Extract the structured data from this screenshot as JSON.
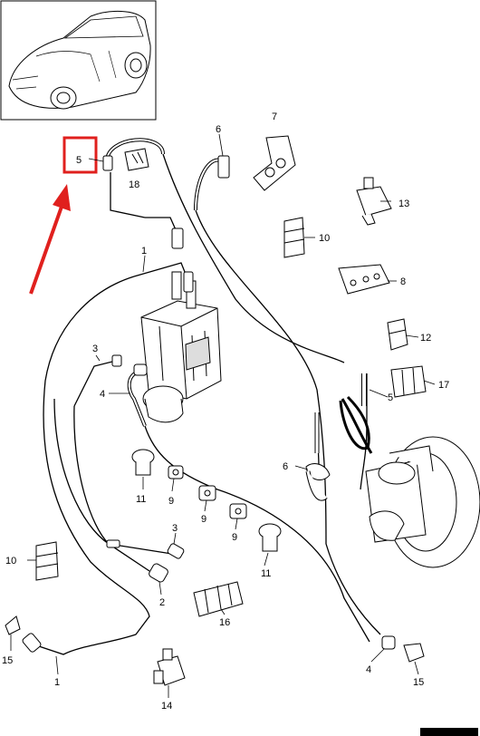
{
  "diagram": {
    "callouts": [
      {
        "id": "c5a",
        "text": "5"
      },
      {
        "id": "c18",
        "text": "18"
      },
      {
        "id": "c6a",
        "text": "6"
      },
      {
        "id": "c7",
        "text": "7"
      },
      {
        "id": "c13",
        "text": "13"
      },
      {
        "id": "c1a",
        "text": "1"
      },
      {
        "id": "c10a",
        "text": "10"
      },
      {
        "id": "c8",
        "text": "8"
      },
      {
        "id": "c12",
        "text": "12"
      },
      {
        "id": "c3a",
        "text": "3"
      },
      {
        "id": "c4a",
        "text": "4"
      },
      {
        "id": "c5b",
        "text": "5"
      },
      {
        "id": "c17",
        "text": "17"
      },
      {
        "id": "c6b",
        "text": "6"
      },
      {
        "id": "c11a",
        "text": "11"
      },
      {
        "id": "c9a",
        "text": "9"
      },
      {
        "id": "c9b",
        "text": "9"
      },
      {
        "id": "c9c",
        "text": "9"
      },
      {
        "id": "c3b",
        "text": "3"
      },
      {
        "id": "c11b",
        "text": "11"
      },
      {
        "id": "c10b",
        "text": "10"
      },
      {
        "id": "c2",
        "text": "2"
      },
      {
        "id": "c16",
        "text": "16"
      },
      {
        "id": "c15a",
        "text": "15"
      },
      {
        "id": "c1b",
        "text": "1"
      },
      {
        "id": "c14",
        "text": "14"
      },
      {
        "id": "c4b",
        "text": "4"
      },
      {
        "id": "c15b",
        "text": "15"
      }
    ],
    "highlight": {
      "text": "5",
      "color": "#e0201e"
    },
    "reference_code": "",
    "colors": {
      "line": "#000000",
      "highlight": "#e0201e",
      "background": "#ffffff"
    }
  }
}
